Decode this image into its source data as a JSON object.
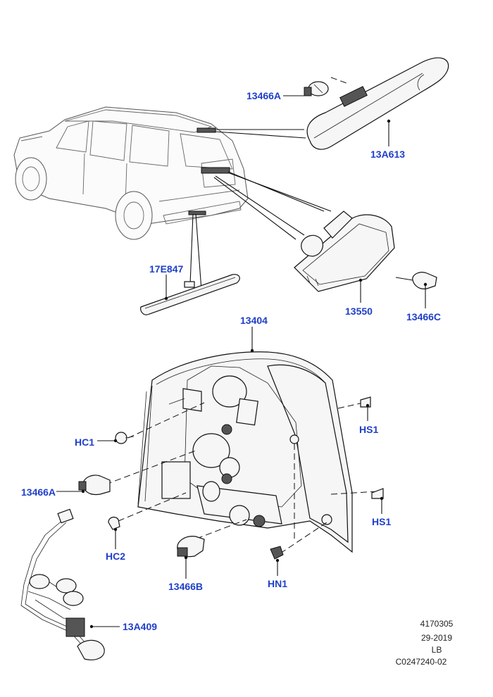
{
  "parts": {
    "p13466A_top": "13466A",
    "p13A613": "13A613",
    "p17E847": "17E847",
    "p13550": "13550",
    "p13466C": "13466C",
    "p13404": "13404",
    "pHC1": "HC1",
    "pHS1_upper": "HS1",
    "p13466A_mid": "13466A",
    "pHS1_lower": "HS1",
    "pHC2": "HC2",
    "p13466B": "13466B",
    "pHN1": "HN1",
    "p13A409": "13A409"
  },
  "reference": {
    "code": "4170305",
    "date": "29-2019",
    "market": "LB",
    "illustration": "C0247240-02"
  }
}
